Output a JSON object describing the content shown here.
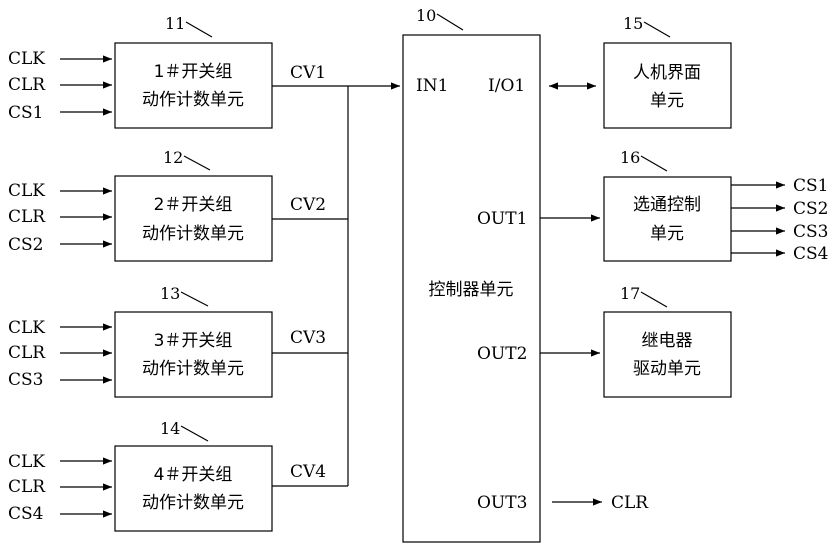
{
  "counter_units": [
    {
      "ref": "11",
      "title": "1＃开关组",
      "subtitle": "动作计数单元",
      "inputs": [
        "CLK",
        "CLR",
        "CS1"
      ],
      "output": "CV1"
    },
    {
      "ref": "12",
      "title": "2＃开关组",
      "subtitle": "动作计数单元",
      "inputs": [
        "CLK",
        "CLR",
        "CS2"
      ],
      "output": "CV2"
    },
    {
      "ref": "13",
      "title": "3＃开关组",
      "subtitle": "动作计数单元",
      "inputs": [
        "CLK",
        "CLR",
        "CS3"
      ],
      "output": "CV3"
    },
    {
      "ref": "14",
      "title": "4＃开关组",
      "subtitle": "动作计数单元",
      "inputs": [
        "CLK",
        "CLR",
        "CS4"
      ],
      "output": "CV4"
    }
  ],
  "controller": {
    "ref": "10",
    "label": "控制器单元",
    "ports": {
      "in1": "IN1",
      "io1": "I/O1",
      "out1": "OUT1",
      "out2": "OUT2",
      "out3": "OUT3"
    }
  },
  "hmi": {
    "ref": "15",
    "line1": "人机界面",
    "line2": "单元"
  },
  "gating": {
    "ref": "16",
    "line1": "选通控制",
    "line2": "单元",
    "outputs": [
      "CS1",
      "CS2",
      "CS3",
      "CS4"
    ]
  },
  "relay": {
    "ref": "17",
    "line1": "继电器",
    "line2": "驱动单元"
  },
  "out3_signal": "CLR"
}
